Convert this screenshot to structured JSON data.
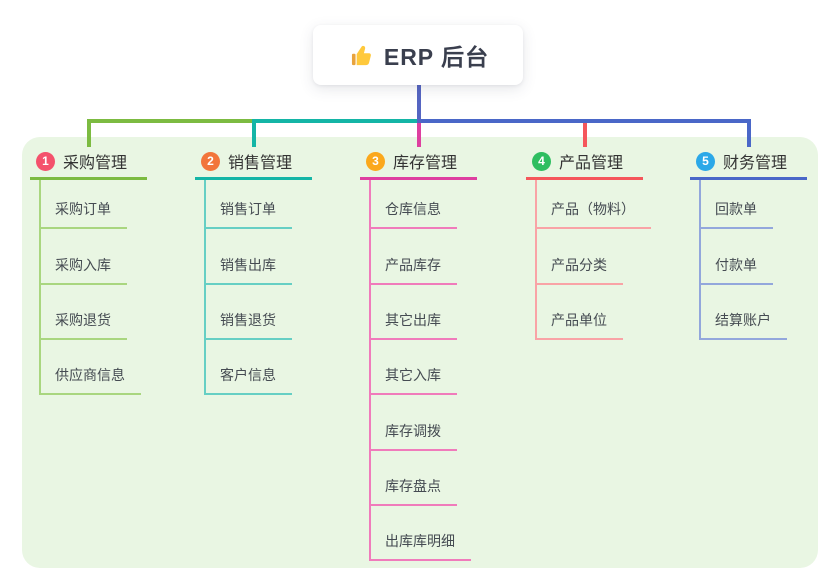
{
  "root": {
    "title": "ERP 后台",
    "icon": "thumbs-up-icon",
    "icon_color": "#FFC93C",
    "icon_cuff_color": "#E8A33D",
    "text_color": "#3A3F4E",
    "line_color": "#5565C2"
  },
  "panel": {
    "bg_color": "#E9F6E3"
  },
  "branches": [
    {
      "number": "1",
      "title": "采购管理",
      "badge_color": "#F4516C",
      "line_color": "#7CBB41",
      "light_color": "#A9D67F",
      "children": [
        "采购订单",
        "采购入库",
        "采购退货",
        "供应商信息"
      ]
    },
    {
      "number": "2",
      "title": "销售管理",
      "badge_color": "#F2753B",
      "line_color": "#14B5A6",
      "light_color": "#66CFC4",
      "children": [
        "销售订单",
        "销售出库",
        "销售退货",
        "客户信息"
      ]
    },
    {
      "number": "3",
      "title": "库存管理",
      "badge_color": "#FBA81C",
      "line_color": "#DE3FA0",
      "light_color": "#F07BBB",
      "children": [
        "仓库信息",
        "产品库存",
        "其它出库",
        "其它入库",
        "库存调拨",
        "库存盘点",
        "出库库明细"
      ]
    },
    {
      "number": "4",
      "title": "产品管理",
      "badge_color": "#2EBE60",
      "line_color": "#F5565B",
      "light_color": "#F9A3A6",
      "children": [
        "产品（物料）",
        "产品分类",
        "产品单位"
      ]
    },
    {
      "number": "5",
      "title": "财务管理",
      "badge_color": "#2BA8E8",
      "line_color": "#4A67C8",
      "light_color": "#93A7DC",
      "children": [
        "回款单",
        "付款单",
        "结算账户"
      ]
    }
  ]
}
